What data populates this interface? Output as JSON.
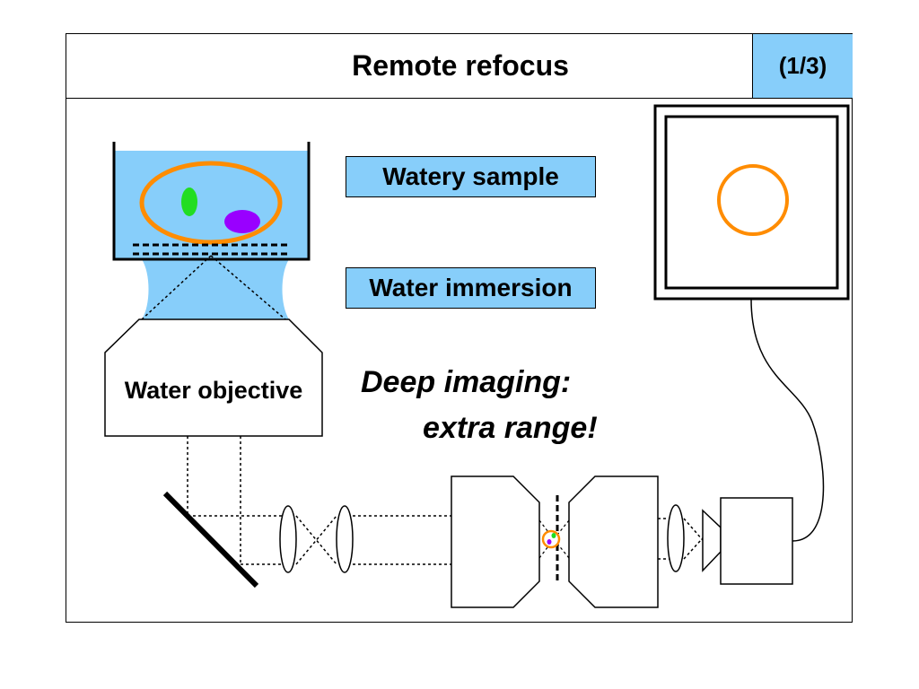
{
  "slide": {
    "title": "Remote refocus",
    "page_indicator": "(1/3)"
  },
  "labels": {
    "watery_sample": "Watery sample",
    "water_immersion": "Water immersion",
    "water_objective": "Water objective",
    "deep_imaging_line1": "Deep imaging:",
    "deep_imaging_line2": "extra range!"
  },
  "colors": {
    "water": "#87cefa",
    "sample_ring": "#ff8c00",
    "green_cell": "#22dd22",
    "purple_cell": "#9900ff",
    "outline": "#000000"
  },
  "icons": {
    "sample_container": "water-tank-icon",
    "mirror": "mirror-icon",
    "lens": "lens-icon",
    "camera": "camera-icon",
    "monitor": "monitor-icon"
  }
}
